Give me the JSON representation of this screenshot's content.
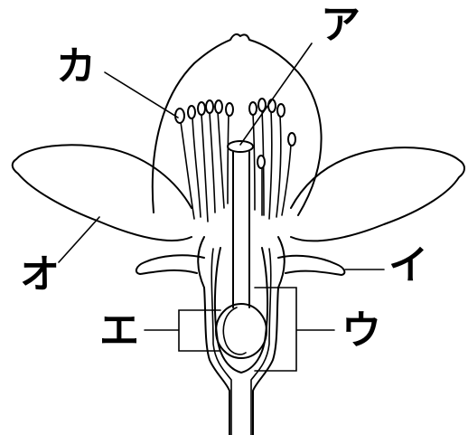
{
  "labels": {
    "a": "ア",
    "i": "イ",
    "u": "ウ",
    "e": "エ",
    "o": "オ",
    "ka": "カ"
  },
  "colors": {
    "line": "#000000",
    "background": "#ffffff"
  }
}
